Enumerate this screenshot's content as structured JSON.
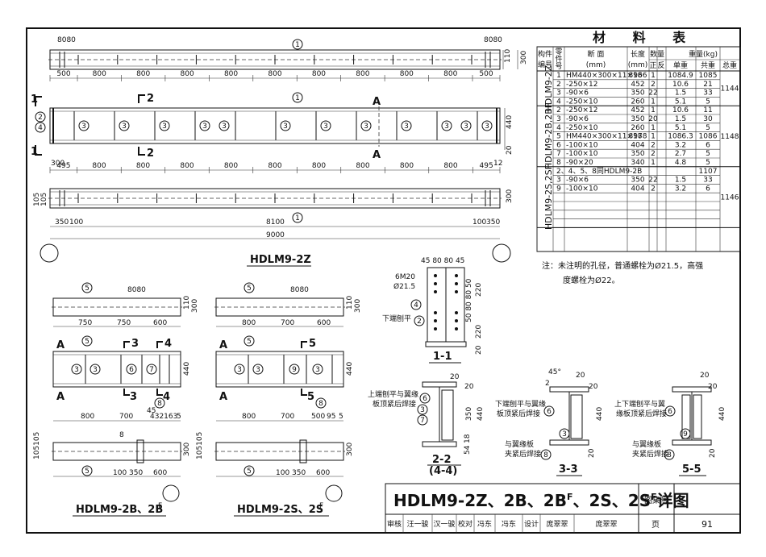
{
  "sheet": {
    "main_title": "HDLM9-2Z、2B、2B",
    "main_title_sup": "F",
    "main_title_mid": "、2S、2S",
    "main_title_sup2": "F",
    "main_title_end": "详图",
    "atlas_label": "图集号",
    "page_label": "页",
    "page_number": "91",
    "sign_row": [
      "审核",
      "汪一骏",
      "汉一骏",
      "校对",
      "冯东",
      "冯东",
      "设计",
      "庞翠翠",
      "庞翠翠"
    ]
  },
  "views": {
    "z_label": "HDLM9-2Z",
    "b_label": "HDLM9-2B、2B",
    "b_sup": "F",
    "s_label": "HDLM9-2S、2S",
    "s_sup": "F",
    "sec11": "1-1",
    "sec22": "2-2",
    "sec44": "(4-4)",
    "sec33": "3-3",
    "sec55": "5-5"
  },
  "dims": {
    "z_top": [
      "500",
      "800",
      "800",
      "800",
      "800",
      "800",
      "800",
      "800",
      "800",
      "800",
      "500"
    ],
    "z_mid": [
      "495",
      "800",
      "800",
      "800",
      "800",
      "800",
      "800",
      "800",
      "800",
      "800",
      "495"
    ],
    "z_bottom_inner": [
      "350",
      "100",
      "8100",
      "100",
      "350"
    ],
    "z_total": "9000",
    "z_top_small": [
      "80",
      "80",
      "80",
      "80"
    ],
    "z_heights": [
      "110",
      "300",
      "440",
      "300",
      "12",
      "20",
      "5",
      "12",
      "5"
    ],
    "z_left_stack": [
      "105",
      "105"
    ],
    "b_top": [
      "750",
      "750",
      "600"
    ],
    "b_mid": [
      "800",
      "700",
      "432",
      "163",
      "5"
    ],
    "b_bottom": [
      "100",
      "350",
      "600"
    ],
    "s_top": [
      "800",
      "700",
      "600"
    ],
    "s_mid": [
      "800",
      "700",
      "500",
      "95",
      "5"
    ],
    "s_bottom": [
      "100",
      "350",
      "600"
    ],
    "small_8080": "8080",
    "sec11_top": [
      "45",
      "80",
      "80",
      "45"
    ],
    "sec11_right": [
      "50",
      "220",
      "80",
      "80",
      "50",
      "220"
    ],
    "sec11_bolt": [
      "6M20",
      "Ø21.5"
    ],
    "sec11_note": "下端刨平",
    "sec22_dims": [
      "20",
      "20",
      "350",
      "440",
      "18",
      "54"
    ],
    "sec22_note": [
      "上端刨平与翼缘",
      "板顶紧后焊接"
    ],
    "sec33_note": [
      "下端刨平与翼缘",
      "板顶紧后焊接"
    ],
    "sec33_note2": [
      "与翼缘板",
      "夹紧后焊接"
    ],
    "sec55_note": [
      "上下端刨平与翼",
      "缘板顶紧后焊接"
    ],
    "sec55_note2": [
      "与翼缘板",
      "夹紧后焊接"
    ],
    "weld_sizes": [
      "6",
      "6",
      "6",
      "8",
      "8",
      "45",
      "45",
      "45°",
      "2",
      "20",
      "20",
      "20"
    ],
    "section_marks": [
      "1",
      "1",
      "2",
      "2",
      "3",
      "3",
      "4",
      "4",
      "5",
      "5",
      "A",
      "A",
      "A",
      "A",
      "A",
      "A"
    ]
  },
  "table": {
    "title": "材 料 表",
    "head_component": [
      "构件",
      "编号"
    ],
    "head_part": [
      "零",
      "件",
      "号"
    ],
    "head_section": [
      "断 面",
      "(mm)"
    ],
    "head_length": [
      "长度",
      "(mm)"
    ],
    "head_qty": "数量",
    "head_qty_sub": [
      "正",
      "反"
    ],
    "head_weight": "重量(kg)",
    "head_weight_sub": [
      "单重",
      "共重",
      "总重"
    ],
    "groups": [
      {
        "name": "HDLM9-2Z",
        "total": "1144",
        "rows": [
          [
            "1",
            "HM440×300×11×18",
            "8966",
            "1",
            "",
            "1084.9",
            "1085"
          ],
          [
            "2",
            "-250×12",
            "452",
            "2",
            "",
            "10.6",
            "21"
          ],
          [
            "3",
            "-90×6",
            "350",
            "22",
            "",
            "1.5",
            "33"
          ],
          [
            "4",
            "-250×10",
            "260",
            "1",
            "",
            "5.1",
            "5"
          ]
        ]
      },
      {
        "name": "HDLM9-2B,2BF",
        "total": "1148",
        "rows": [
          [
            "2",
            "-250×12",
            "452",
            "1",
            "",
            "10.6",
            "11"
          ],
          [
            "3",
            "-90×6",
            "350",
            "20",
            "",
            "1.5",
            "30"
          ],
          [
            "4",
            "-250×10",
            "260",
            "1",
            "",
            "5.1",
            "5"
          ],
          [
            "5",
            "HM440×300×11×18",
            "8978",
            "1",
            "",
            "1086.3",
            "1086"
          ],
          [
            "6",
            "-100×10",
            "404",
            "2",
            "",
            "3.2",
            "6"
          ],
          [
            "7",
            "-100×10",
            "350",
            "2",
            "",
            "2.7",
            "5"
          ],
          [
            "8",
            "-90×20",
            "340",
            "1",
            "",
            "4.8",
            "5"
          ]
        ]
      },
      {
        "name": "HDLM9-2S,2SF",
        "total": "1146",
        "rows": [
          [
            "2、4、5、8同HDLM9-2B",
            "",
            "",
            "",
            "",
            "",
            "1107"
          ],
          [
            "3",
            "-90×6",
            "350",
            "22",
            "",
            "1.5",
            "33"
          ],
          [
            "9",
            "-100×10",
            "404",
            "2",
            "",
            "3.2",
            "6"
          ]
        ]
      }
    ],
    "note": [
      "注：未注明的孔径，普通螺栓为Ø21.5，高强",
      "度螺栓为Ø22。"
    ]
  }
}
